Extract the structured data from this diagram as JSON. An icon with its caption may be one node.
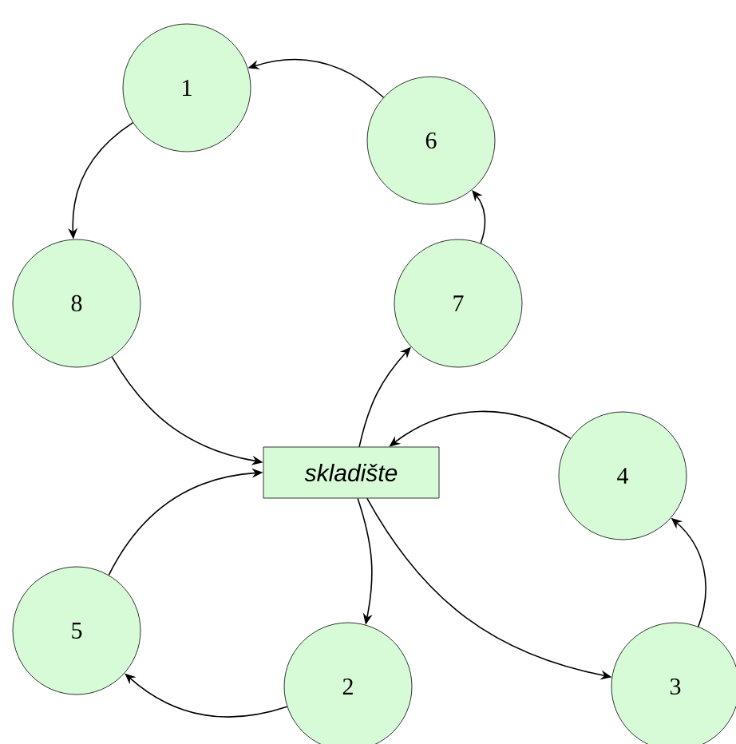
{
  "diagram": {
    "nodes": [
      {
        "text": [
          "1"
        ]
      },
      {
        "text": [
          "6"
        ]
      },
      {
        "text": [
          "8"
        ]
      },
      {
        "text": [
          "7"
        ]
      },
      {
        "text": [
          "skladište"
        ]
      },
      {
        "text": [
          "4"
        ]
      },
      {
        "text": [
          "5"
        ]
      },
      {
        "text": [
          "2"
        ]
      },
      {
        "text": [
          "3"
        ]
      }
    ],
    "edges": [
      {
        "from": 0,
        "to": 2,
        "arrow": "to"
      },
      {
        "from": 1,
        "to": 0,
        "arrow": "to"
      },
      {
        "from": 3,
        "to": 1,
        "arrow": "to"
      },
      {
        "from": 4,
        "to": 3,
        "arrow": "to"
      },
      {
        "from": 2,
        "to": 4,
        "arrow": "to"
      },
      {
        "from": 5,
        "to": 4,
        "arrow": "to"
      },
      {
        "from": 8,
        "to": 5,
        "arrow": "to"
      },
      {
        "from": 4,
        "to": 8,
        "arrow": "to"
      },
      {
        "from": 4,
        "to": 7,
        "arrow": "to"
      },
      {
        "from": 7,
        "to": 6,
        "arrow": "to"
      },
      {
        "from": 6,
        "to": 4,
        "arrow": "to"
      }
    ]
  }
}
